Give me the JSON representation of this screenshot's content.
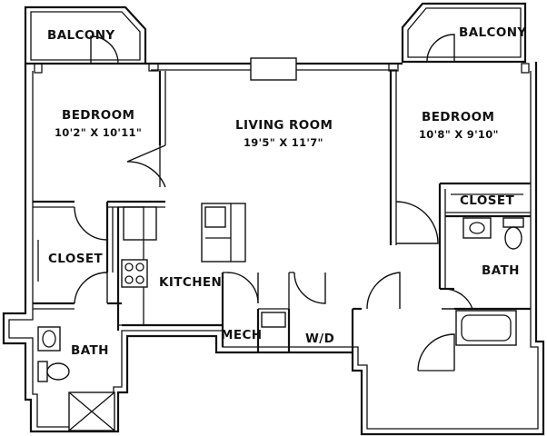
{
  "rooms": {
    "balcony_left": {
      "label": "BALCONY"
    },
    "balcony_right": {
      "label": "BALCONY"
    },
    "bedroom_left": {
      "label": "BEDROOM",
      "dimensions": "10'2\" X 10'11\""
    },
    "living_room": {
      "label": "LIVING ROOM",
      "dimensions": "19'5\" X 11'7\""
    },
    "bedroom_right": {
      "label": "BEDROOM",
      "dimensions": "10'8\" X 9'10\""
    },
    "closet_left": {
      "label": "CLOSET"
    },
    "closet_right": {
      "label": "CLOSET"
    },
    "kitchen": {
      "label": "KITCHEN"
    },
    "mech": {
      "label": "MECH"
    },
    "laundry": {
      "label": "W/D"
    },
    "bath_left": {
      "label": "BATH"
    },
    "bath_right": {
      "label": "BATH"
    }
  }
}
